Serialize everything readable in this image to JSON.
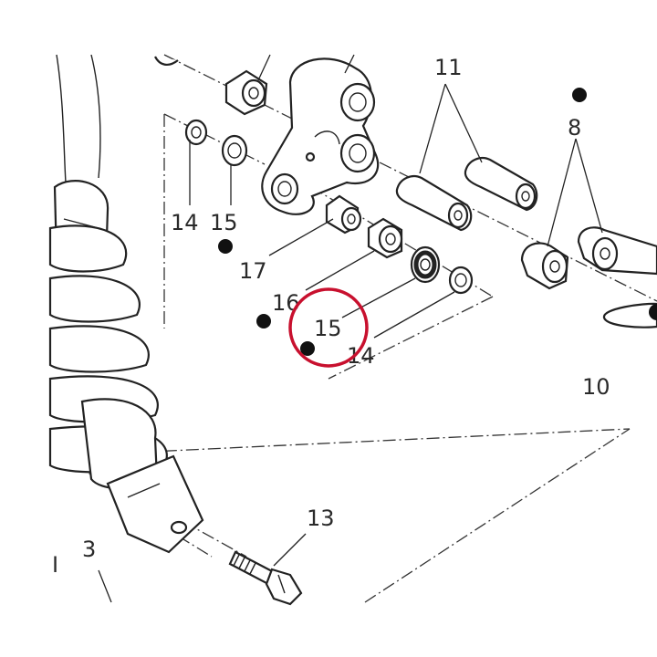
{
  "callouts": {
    "c3": "3",
    "c8": "8",
    "c10": "10",
    "c11": "11",
    "c13": "13",
    "c14_left": "14",
    "c15_left": "15",
    "c14_right": "14",
    "c15_right": "15",
    "c16": "16",
    "c17": "17",
    "c_i": "I"
  },
  "highlight": {
    "color": "#c8102e",
    "target": "15"
  },
  "icons": [
    "dot-marker-icon",
    "highlight-circle-icon"
  ]
}
